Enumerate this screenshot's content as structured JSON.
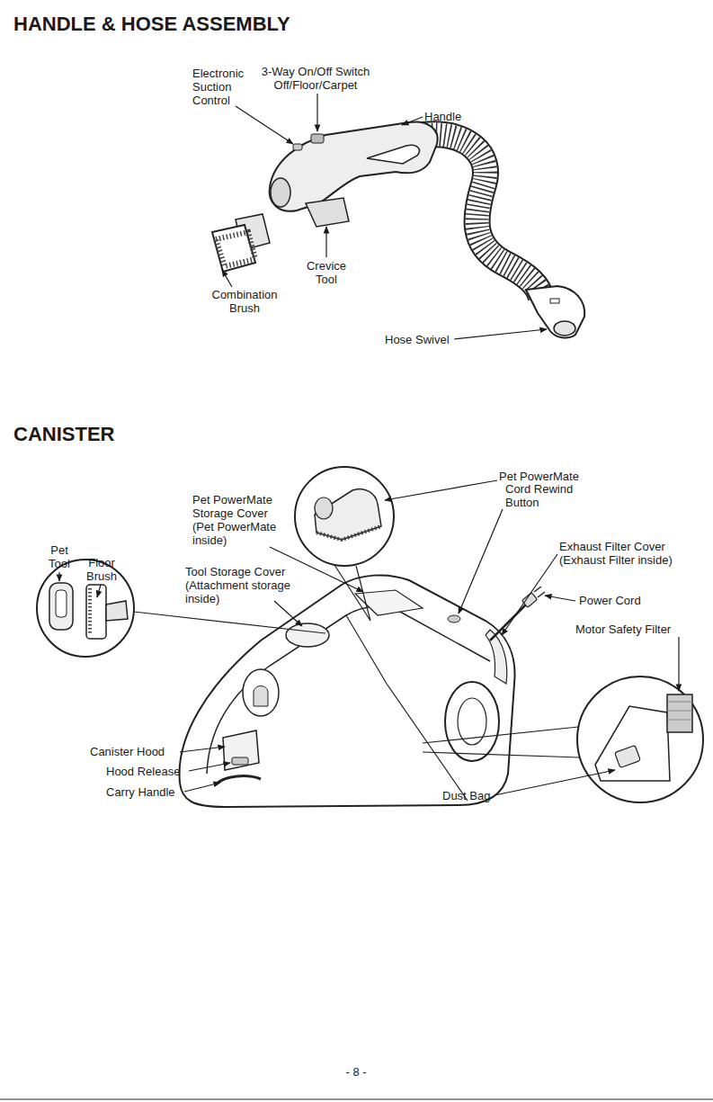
{
  "diagram": {
    "title": "HANDLE & HOSE ASSEMBLY",
    "labels": [
      "3-Way On/Off Switch Off/Floor/Carpet",
      "Electronic Suction Control",
      "Handle",
      "Crevice Tool",
      "Combination Brush",
      "Hose Swivel",
      "CANISTER",
      "Pet PowerMate Storage Cover (Pet PowerMate inside)",
      "Pet PowerMate",
      "Cord Rewind Button",
      "Pet Tool",
      "Floor Brush",
      "Tool Storage Cover (Attachment storage inside)",
      "Exhaust Filter Cover (Exhaust Filter inside)",
      "Power Cord",
      "Motor Safety Filter",
      "Canister Hood",
      "Hood Release",
      "Carry Handle",
      "Dust Bag",
      "- 8 -"
    ]
  }
}
